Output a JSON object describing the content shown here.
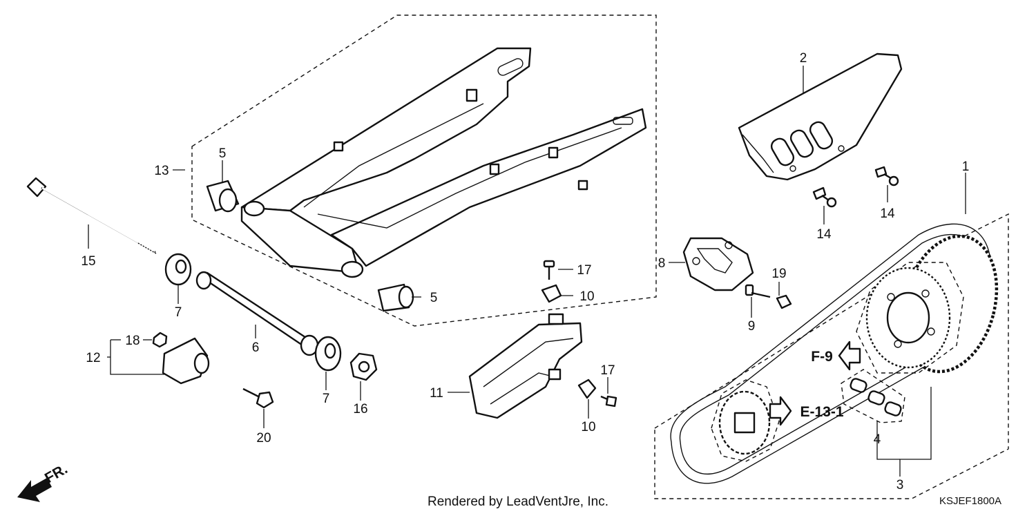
{
  "callouts": {
    "c1": "1",
    "c2": "2",
    "c3": "3",
    "c4": "4",
    "c5a": "5",
    "c5b": "5",
    "c6": "6",
    "c7a": "7",
    "c7b": "7",
    "c8": "8",
    "c9": "9",
    "c10a": "10",
    "c10b": "10",
    "c11": "11",
    "c12": "12",
    "c13": "13",
    "c14a": "14",
    "c14b": "14",
    "c15": "15",
    "c16": "16",
    "c17a": "17",
    "c17b": "17",
    "c18": "18",
    "c19": "19",
    "c20": "20"
  },
  "references": {
    "f9": "F-9",
    "e131": "E-13-1"
  },
  "front_label": "FR.",
  "credit": "Rendered by LeadVentJre, Inc.",
  "diagram_code": "KSJEF1800A",
  "colors": {
    "line": "#111111",
    "background": "#ffffff"
  }
}
